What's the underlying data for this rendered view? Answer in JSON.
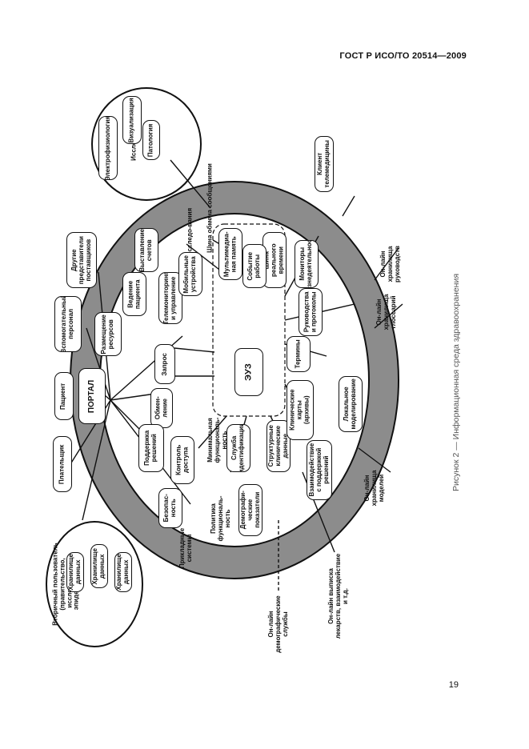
{
  "header": {
    "doc_code": "ГОСТ Р ИСО/ТО 20514—2009"
  },
  "figure": {
    "caption": "Рисунок 2 — Информационная среда здравоохранения"
  },
  "page": {
    "number": "19"
  },
  "diagram": {
    "core": "ЭУЗ",
    "portal": "ПОРТАЛ",
    "outer_top": {
      "title": "Исследования",
      "items": [
        "Электрофизиология",
        "Визуализация",
        "Патология"
      ]
    },
    "outer_bottom": {
      "title": "Вторичный пользователь (правительство, исследования, эпидемиология)",
      "items": [
        "Хранилище данных",
        "Хранилище данных",
        "Хранилище данных"
      ]
    },
    "external": {
      "patient": "Пациент",
      "payer": "Плательщик",
      "aux_staff": "Вспомогательный персонал",
      "other_providers": "Другие представители поставщиков",
      "telemetry": "Клиент телемедицины"
    },
    "ring_labels": {
      "bus": "Шина обмена сообщениями",
      "investigations": "Исследо-вания",
      "infra": "Прикладные системы",
      "policy": "Политика функциональ-ность"
    },
    "services": {
      "query": "Запрос",
      "exchange": "Обмен-ление",
      "patient_index": "Ведение пациента",
      "resource_mgmt": "Размещение ресурсов",
      "notifications": "Выставление счетов",
      "tele_mgmt": "Телемониторинг и управление",
      "mobile": "Мобильные устройства",
      "decision_support": "Поддержка решений",
      "access_control": "Контроль доступа",
      "security": "Безопас-ность",
      "min_func": "Минимальная функциональ-ность",
      "id_service": "Служба идентификации",
      "demographics": "Демографи-ческие показатели",
      "structured_data": "Структурные клинические данные",
      "clinical_records": "Клинические карты (архивы)",
      "local_model": "Локальное моделирование",
      "interaction": "Взаимодействие с поддержкой решений",
      "terms": "Термины",
      "guides": "Руководства и протоколы",
      "monitors": "Мониторы жизнедеятельности",
      "rt_bus": "Шина реального времени",
      "multimedia": "Мультимедиа-ная память",
      "event_svc": "Событие работы"
    },
    "online": {
      "guides_store": "Он-лайн хранилища руководств",
      "terms_store": "Он-лайн хранилища глоссарий",
      "models_store": "Он-лайн хранилища моделей",
      "care_plans": "Он-лайн выписка лекарств, взаимодействие и т.д.",
      "demo_svc": "Он-лайн демографические службы"
    }
  },
  "colors": {
    "ring": "#8c8c8c",
    "ring_inner": "#9a9a9a",
    "ink": "#111111"
  }
}
